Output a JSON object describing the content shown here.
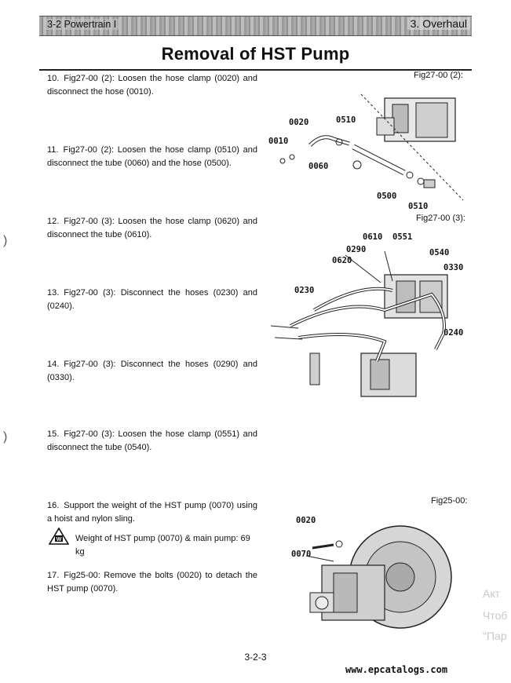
{
  "header": {
    "section": "3-2 Powertrain I",
    "chapter": "3. Overhaul"
  },
  "title": "Removal of HST Pump",
  "steps": [
    {
      "num": "10.",
      "text": "Fig27-00 (2): Loosen the hose clamp (0020) and disconnect the hose (0010)."
    },
    {
      "num": "11.",
      "text": "Fig27-00 (2): Loosen the hose clamp (0510) and disconnect the tube (0060) and the hose (0500)."
    },
    {
      "num": "12.",
      "text": "Fig27-00 (3): Loosen the hose clamp (0620) and disconnect the tube (0610)."
    },
    {
      "num": "13.",
      "text": "Fig27-00 (3): Disconnect the hoses (0230) and (0240)."
    },
    {
      "num": "14.",
      "text": "Fig27-00 (3): Disconnect the hoses (0290) and (0330)."
    },
    {
      "num": "15.",
      "text": "Fig27-00 (3): Loosen the hose clamp (0551) and disconnect the tube (0540)."
    },
    {
      "num": "16.",
      "text": "Support the weight of the HST pump (0070) using a hoist and nylon sling."
    },
    {
      "num": "17.",
      "text": "Fig25-00: Remove the bolts (0020) to detach the HST pump (0070)."
    }
  ],
  "warning": {
    "icon": "weight-warning-icon",
    "text": "Weight of HST pump (0070) & main pump: 69 kg"
  },
  "figures": {
    "fig1": {
      "label": "Fig27-00 (2):",
      "callouts": [
        "0020",
        "0510",
        "0010",
        "0060",
        "0500",
        "0510"
      ]
    },
    "fig2": {
      "label": "Fig27-00 (3):",
      "callouts": [
        "0610",
        "0551",
        "0290",
        "0540",
        "0620",
        "0330",
        "0230",
        "0240"
      ]
    },
    "fig3": {
      "label": "Fig25-00:",
      "callouts": [
        "0020",
        "0070"
      ]
    }
  },
  "page_number": "3-2-3",
  "watermark": {
    "url": "www.epcatalogs.com",
    "side_text": [
      "Акт",
      "Чтоб",
      "\"Пар"
    ]
  }
}
